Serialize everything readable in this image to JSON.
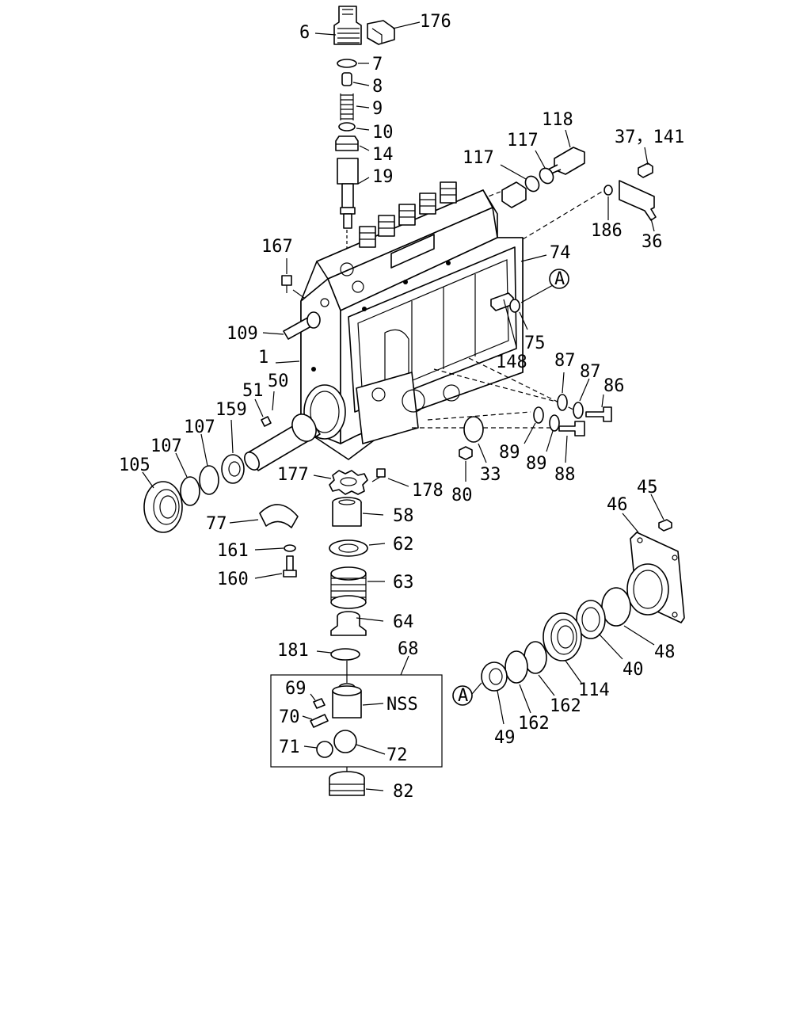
{
  "labels": {
    "p6": "6",
    "p176": "176",
    "p7": "7",
    "p8": "8",
    "p9": "9",
    "p10": "10",
    "p14": "14",
    "p19": "19",
    "p118": "118",
    "p117a": "117",
    "p117b": "117",
    "p37": "37，141",
    "p186": "186",
    "p36": "36",
    "p167": "167",
    "p74": "74",
    "pA1": "A",
    "p75": "75",
    "p109": "109",
    "p148": "148",
    "p1": "1",
    "p87a": "87",
    "p87b": "87",
    "p86": "86",
    "p51": "51",
    "p50": "50",
    "p159": "159",
    "p107a": "107",
    "p107b": "107",
    "p105": "105",
    "p89a": "89",
    "p89b": "89",
    "p88": "88",
    "p33": "33",
    "p80": "80",
    "p177": "177",
    "p178": "178",
    "p58": "58",
    "p77": "77",
    "p62": "62",
    "p161": "161",
    "p160": "160",
    "p63": "63",
    "p45": "45",
    "p46": "46",
    "p64": "64",
    "p181": "181",
    "p68": "68",
    "p48": "48",
    "p40": "40",
    "p114": "114",
    "p69": "69",
    "pNSS": "NSS",
    "p70": "70",
    "pA2": "A",
    "p162a": "162",
    "p162b": "162",
    "p49": "49",
    "p71": "71",
    "p72": "72",
    "p82": "82"
  }
}
